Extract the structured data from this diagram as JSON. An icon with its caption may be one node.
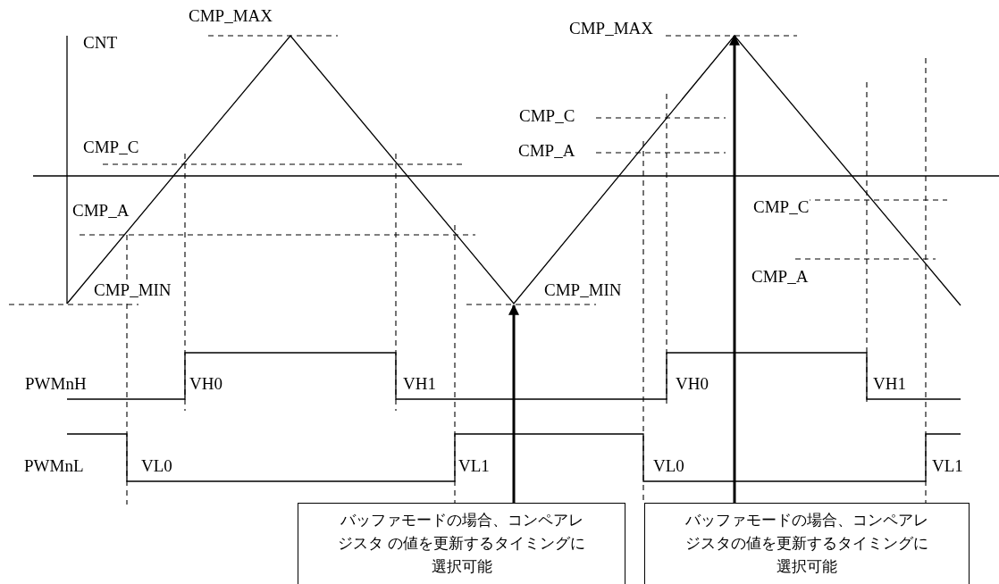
{
  "diagram": {
    "nodes": [
      {
        "text": [
          "バッファモードの場合、コンペアレジスタ の値を更新するタイミングに選択可能"
        ]
      },
      {
        "text": [
          "バッファモードの場合、コンペアレジスタの値を更新するタイミングに選択可能"
        ]
      }
    ],
    "edges": [
      {
        "from": 0,
        "to": null,
        "arrow": "to"
      },
      {
        "from": 1,
        "to": null,
        "arrow": "to"
      }
    ],
    "labels": [
      "CMP_MAX",
      "CMP_MAX",
      "CNT",
      "CMP_C",
      "CMP_C",
      "CMP_A",
      "CMP_A",
      "CMP_C",
      "CMP_A",
      "CMP_MIN",
      "CMP_MIN",
      "PWMnH",
      "VH0",
      "VH1",
      "VH0",
      "VH1",
      "PWMnL",
      "VL0",
      "VL1",
      "VL0",
      "VL1"
    ]
  }
}
